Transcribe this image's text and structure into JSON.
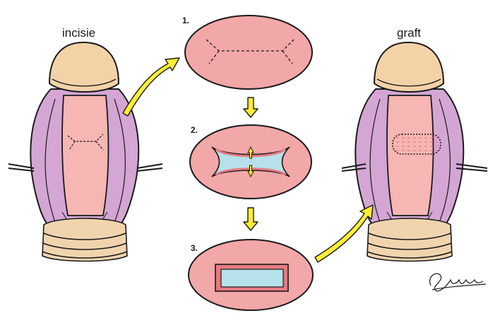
{
  "labels": {
    "left": "incisie",
    "right": "graft"
  },
  "steps": [
    {
      "number": "1."
    },
    {
      "number": "2."
    },
    {
      "number": "3."
    }
  ],
  "colors": {
    "skin_pink": "#f2a7a8",
    "inner_pink": "#f6b6b3",
    "tunica_purple": "#d4a6d4",
    "glans_tan": "#f4d2a8",
    "collar_tan": "#f1d4ae",
    "arrow_yellow": "#ffee33",
    "graft_blue": "#b7e1ea",
    "outline": "#1a1a1a"
  },
  "signature": "SClufas"
}
